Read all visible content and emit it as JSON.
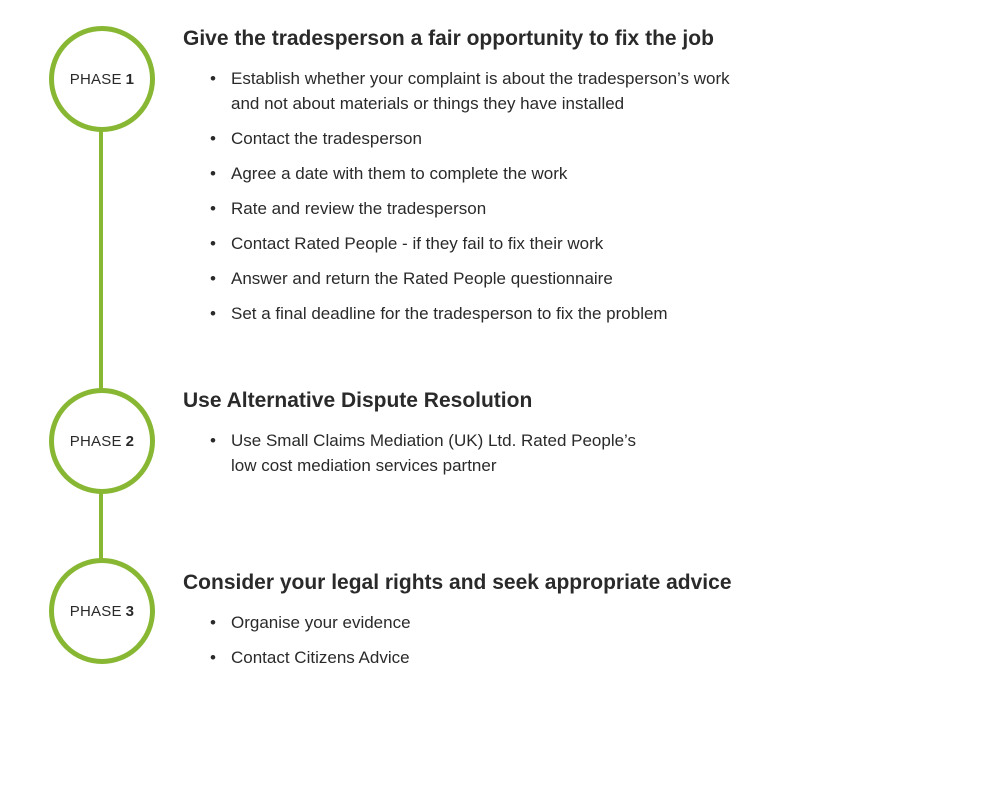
{
  "phases": [
    {
      "prefix": "PHASE",
      "number": "1",
      "title": "Give the tradesperson a fair opportunity to fix the job",
      "items": [
        [
          "Establish whether your complaint is about the tradesperson’s work",
          "and not about materials or things they have installed"
        ],
        [
          "Contact the tradesperson"
        ],
        [
          "Agree a date with them to complete the work"
        ],
        [
          "Rate and review the tradesperson"
        ],
        [
          "Contact Rated People - if they fail to fix their work"
        ],
        [
          "Answer and return the Rated People questionnaire"
        ],
        [
          "Set a final deadline for the tradesperson to fix the problem"
        ]
      ]
    },
    {
      "prefix": "PHASE",
      "number": "2",
      "title": "Use Alternative Dispute Resolution",
      "items": [
        [
          "Use Small Claims Mediation (UK) Ltd. Rated People’s",
          "low cost mediation services partner"
        ]
      ]
    },
    {
      "prefix": "PHASE",
      "number": "3",
      "title": "Consider your legal rights and seek appropriate advice",
      "items": [
        [
          "Organise your evidence"
        ],
        [
          "Contact Citizens Advice"
        ]
      ]
    }
  ],
  "colors": {
    "accent": "#88b833",
    "text": "#2a2a2a"
  },
  "bullet_glyph": "•"
}
